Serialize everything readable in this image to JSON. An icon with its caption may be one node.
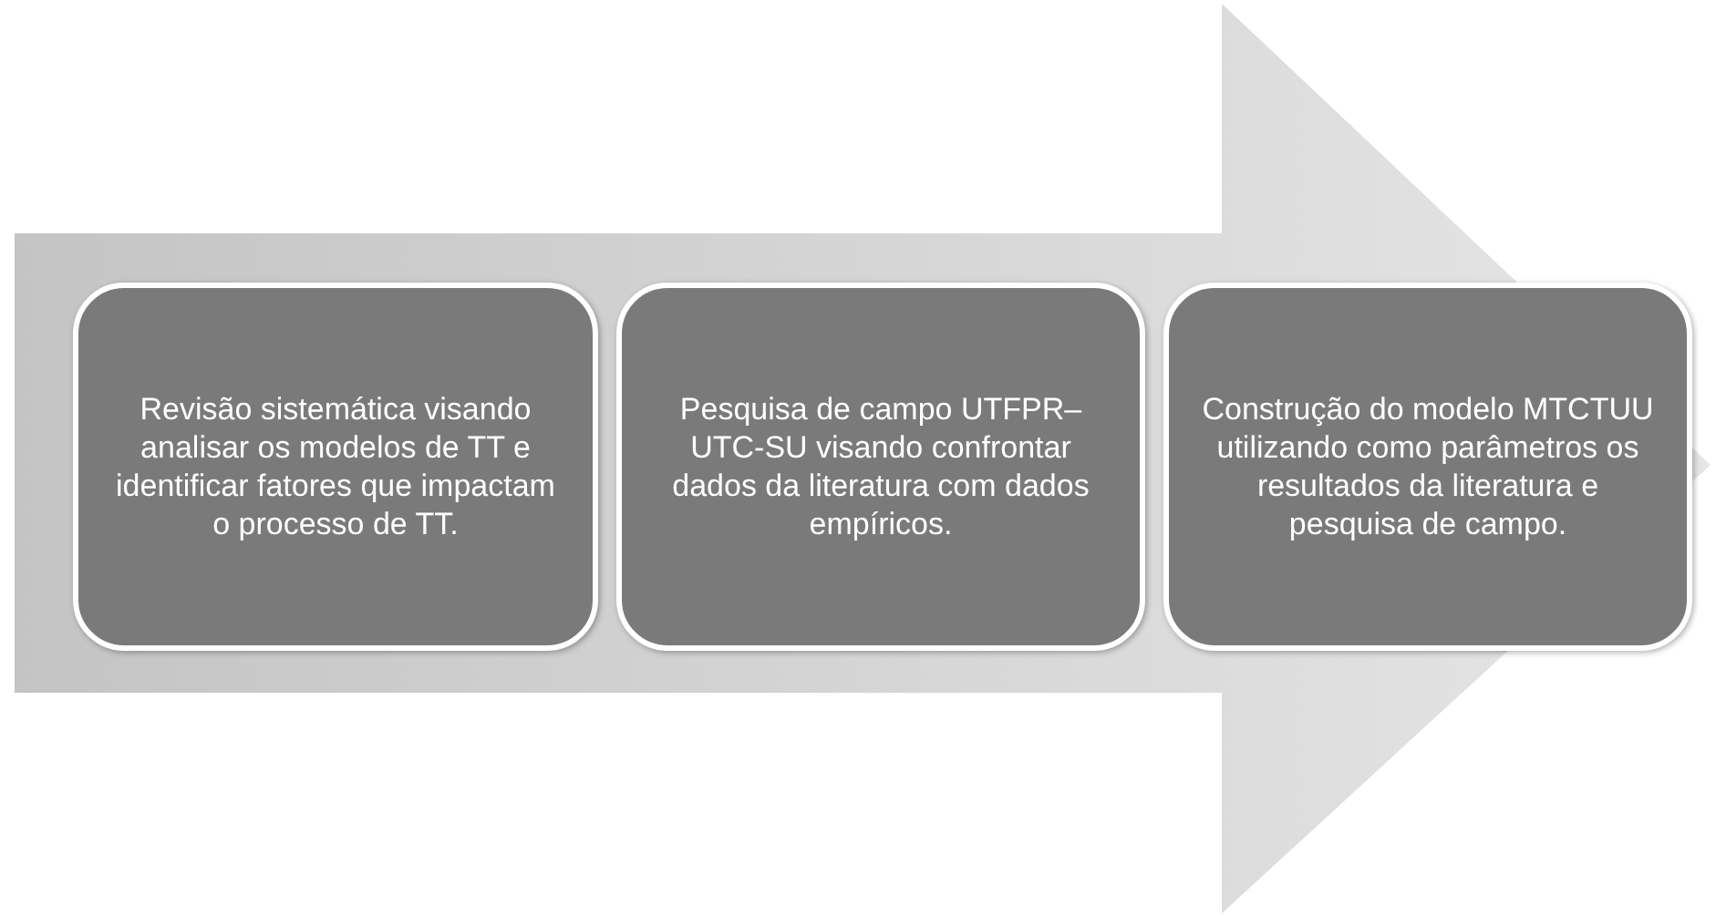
{
  "diagram": {
    "nodes": [
      {
        "text": [],
        "shape": "arrow"
      },
      {
        "text": [
          "Revisão sistemática visando analisar os modelos de TT e identificar fatores que impactam o processo de TT."
        ],
        "in": 0
      },
      {
        "text": [
          "Pesquisa de campo UTFPR– UTC-SU visando confrontar dados da literatura com dados empíricos."
        ],
        "in": 0
      },
      {
        "text": [
          "Construção do modelo MTCTUU utilizando como parâmetros os resultados da literatura e pesquisa de campo."
        ],
        "in": 0
      }
    ],
    "edges": []
  }
}
